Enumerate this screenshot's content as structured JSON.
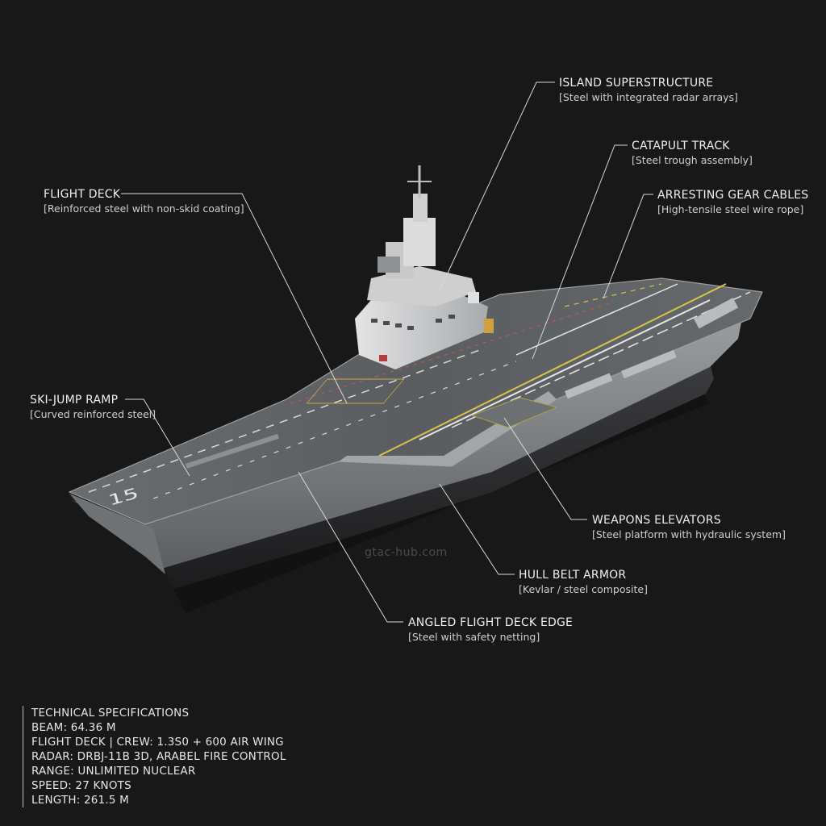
{
  "watermark": "gtac-hub.com",
  "hull_number": "15",
  "callouts": [
    {
      "id": "island-superstructure",
      "title": "ISLAND SUPERSTRUCTURE",
      "material": "[Steel with integrated radar arrays]"
    },
    {
      "id": "catapult-track",
      "title": "CATAPULT TRACK",
      "material": "[Steel trough assembly]"
    },
    {
      "id": "arresting-gear-cables",
      "title": "ARRESTING GEAR CABLES",
      "material": "[High-tensile steel wire rope]"
    },
    {
      "id": "flight-deck",
      "title": "FLIGHT DECK",
      "material": "[Reinforced steel with non-skid coating]"
    },
    {
      "id": "ski-jump-ramp",
      "title": "SKI-JUMP RAMP",
      "material": "[Curved reinforced steel]"
    },
    {
      "id": "weapons-elevators",
      "title": "WEAPONS ELEVATORS",
      "material": "[Steel platform with hydraulic system]"
    },
    {
      "id": "hull-belt-armor",
      "title": "HULL BELT ARMOR",
      "material": "[Kevlar / steel composite]"
    },
    {
      "id": "angled-flight-deck-edge",
      "title": "ANGLED FLIGHT DECK EDGE",
      "material": "[Steel with safety netting]"
    }
  ],
  "specs": {
    "heading": "TECHNICAL SPECIFICATIONS",
    "lines": [
      "BEAM: 64.36 M",
      "FLIGHT DECK | CREW: 1.3S0 + 600 AIR WING",
      "RADAR: DRBJ-11B 3D, ARABEL FIRE CONTROL",
      "RANGE: UNLIMITED NUCLEAR",
      "SPEED: 27 KNOTS",
      "LENGTH: 261.5 M"
    ]
  },
  "colors": {
    "background": "#181818",
    "deck": "#5d6063",
    "hull": "#8a8d90",
    "marking_yellow": "#d9c24a",
    "marking_red": "#c0574a",
    "leader_line": "#d8d8d8"
  }
}
